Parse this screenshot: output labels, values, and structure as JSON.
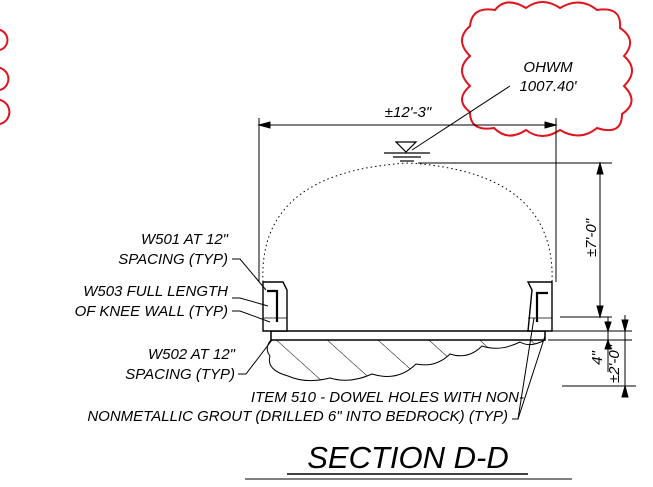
{
  "drawing": {
    "title": "SECTION D-D",
    "ohwm": {
      "line1": "OHWM",
      "line2": "1007.40'"
    },
    "dimensions": {
      "width": "±12'-3\"",
      "height": "±7'-0\"",
      "slab": "4\"",
      "depth": "±2'-0\""
    },
    "callouts": {
      "w501_line1": "W501 AT 12\"",
      "w501_line2": "SPACING (TYP)",
      "w503_line1": "W503 FULL LENGTH",
      "w503_line2": "OF KNEE WALL (TYP)",
      "w502_line1": "W502 AT 12\"",
      "w502_line2": "SPACING (TYP)",
      "item510_line1": "ITEM 510 - DOWEL HOLES WITH NON-",
      "item510_line2": "NONMETALLIC GROUT (DRILLED 6\" INTO BEDROCK) (TYP)"
    },
    "colors": {
      "line": "#000000",
      "revision_cloud": "#e0141e"
    }
  }
}
